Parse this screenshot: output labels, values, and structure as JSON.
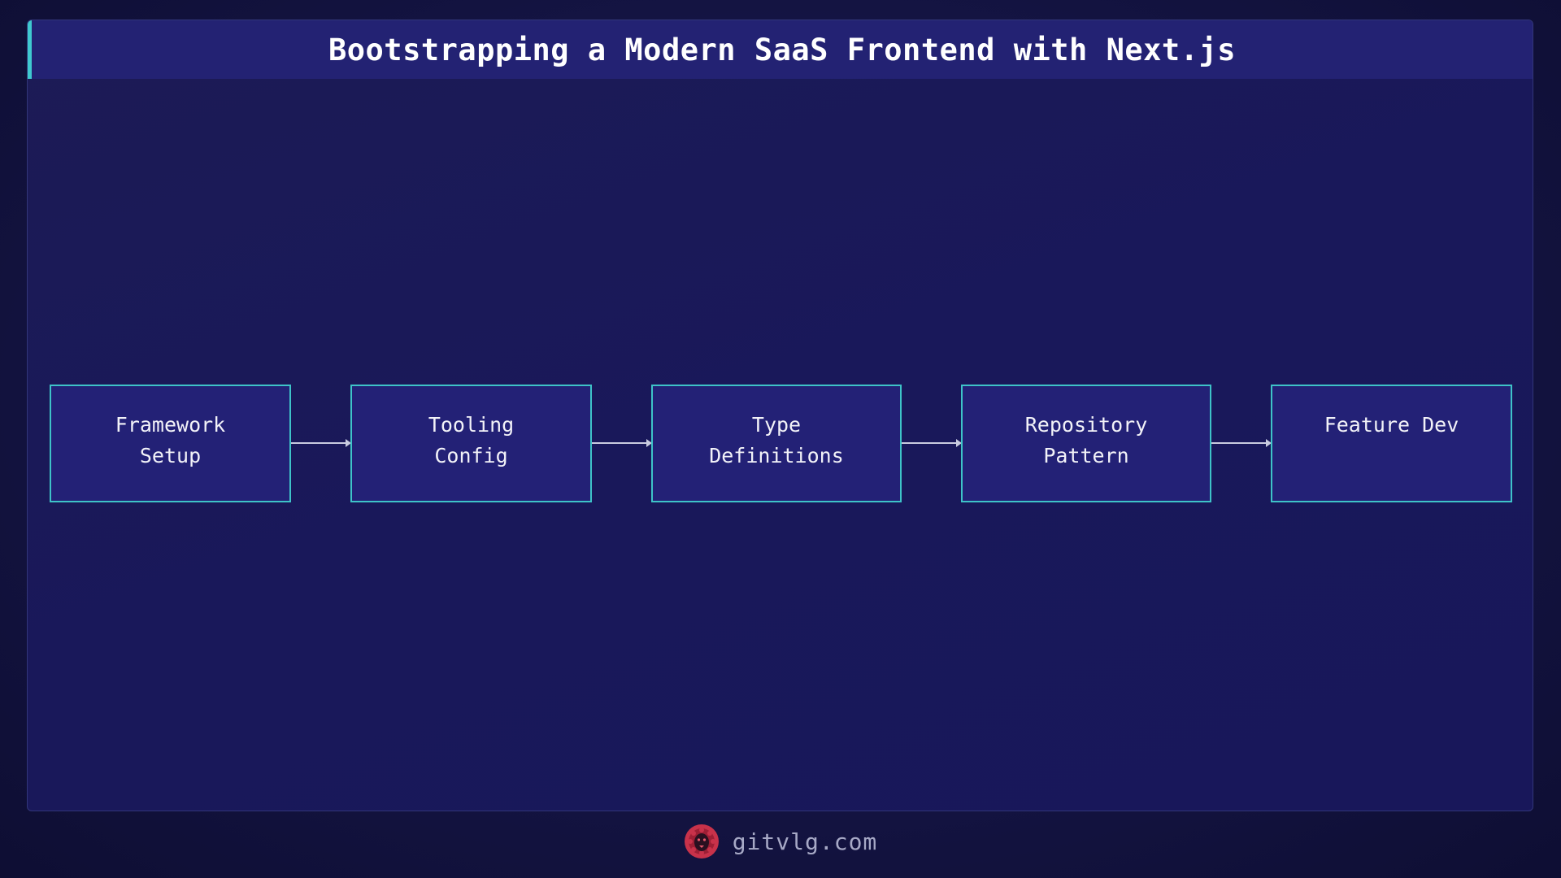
{
  "title": "Bootstrapping a Modern SaaS Frontend with Next.js",
  "diagram": {
    "nodes": [
      {
        "lines": [
          "Framework",
          "Setup"
        ]
      },
      {
        "lines": [
          "Tooling",
          "Config"
        ]
      },
      {
        "lines": [
          "Type",
          "Definitions"
        ]
      },
      {
        "lines": [
          "Repository",
          "Pattern"
        ]
      },
      {
        "lines": [
          "Feature Dev"
        ]
      }
    ],
    "edges": [
      {
        "from": "Framework Setup",
        "to": "Tooling Config"
      },
      {
        "from": "Tooling Config",
        "to": "Type Definitions"
      },
      {
        "from": "Type Definitions",
        "to": "Repository Pattern"
      },
      {
        "from": "Repository Pattern",
        "to": "Feature Dev"
      }
    ]
  },
  "footer": {
    "logo_icon": "lion-logo-icon",
    "site": "gitvlg.com"
  },
  "colors": {
    "background": "#141443",
    "title_bar": "#232273",
    "accent": "#3fc9cf",
    "node_fill": "#232176",
    "node_border": "#3ec3c8",
    "arrow": "#c9cbe0",
    "logo": "#c8324a"
  }
}
